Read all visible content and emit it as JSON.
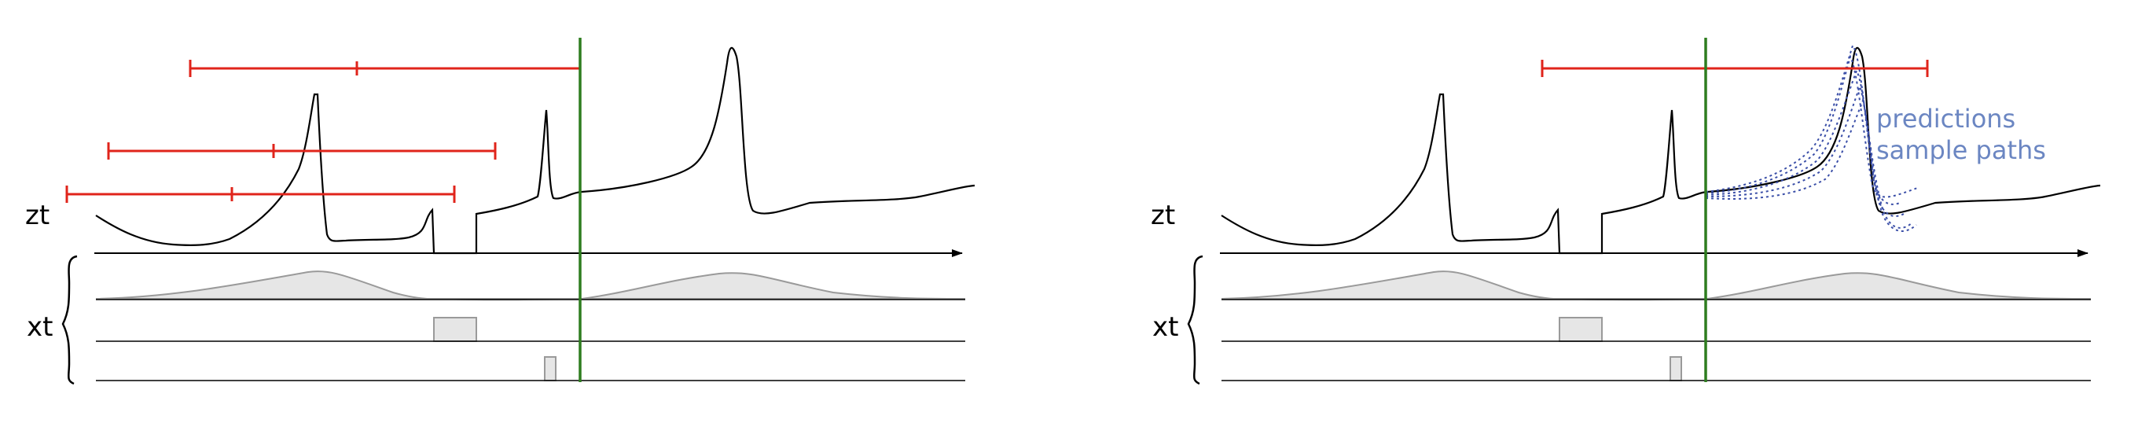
{
  "panels": [
    {
      "id": "left",
      "target_label": "zt",
      "covariate_label": "xt",
      "legend": null
    },
    {
      "id": "right",
      "target_label": "zt",
      "covariate_label": "xt",
      "legend": {
        "line1": "predictions",
        "line2": "sample paths"
      }
    }
  ],
  "colors": {
    "series": "#000000",
    "axis": "#000000",
    "window": "#e0241b",
    "forecast_start": "#2e7d1f",
    "covariate_fill": "#e6e6e6",
    "covariate_stroke": "#9a9a9a",
    "samples": "#3b4fa8",
    "legend_text": "#6b86c2",
    "label_text": "#000000"
  }
}
